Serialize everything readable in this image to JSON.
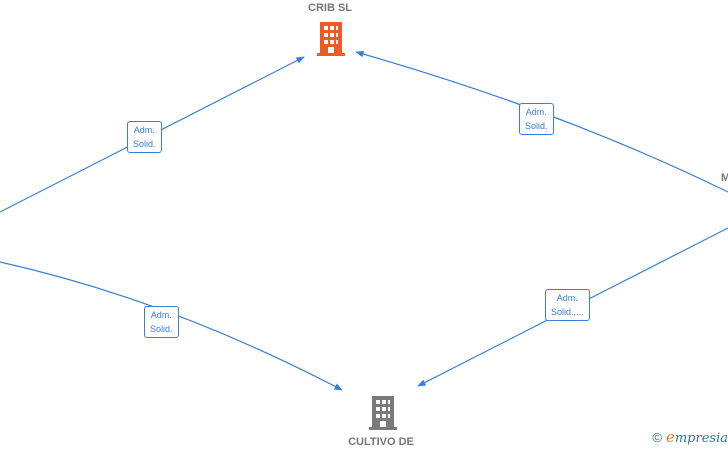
{
  "nodes": {
    "crib": {
      "label": "CRIB  SL",
      "color": "#f05a28"
    },
    "cultivo": {
      "label": "CULTIVO DE",
      "color": "#7a7a7a"
    },
    "right_partial": {
      "label": "M"
    }
  },
  "edges": [
    {
      "label_line1": "Adm.",
      "label_line2": "Solid."
    },
    {
      "label_line1": "Adm.",
      "label_line2": "Solid."
    },
    {
      "label_line1": "Adm.",
      "label_line2": "Solid."
    },
    {
      "label_line1": "Adm.",
      "label_line2": "Solid.,..."
    }
  ],
  "colors": {
    "edge": "#3a7fd5"
  },
  "brand": {
    "copyright": "©",
    "e_letter": "e",
    "name_rest": "mpresia"
  }
}
